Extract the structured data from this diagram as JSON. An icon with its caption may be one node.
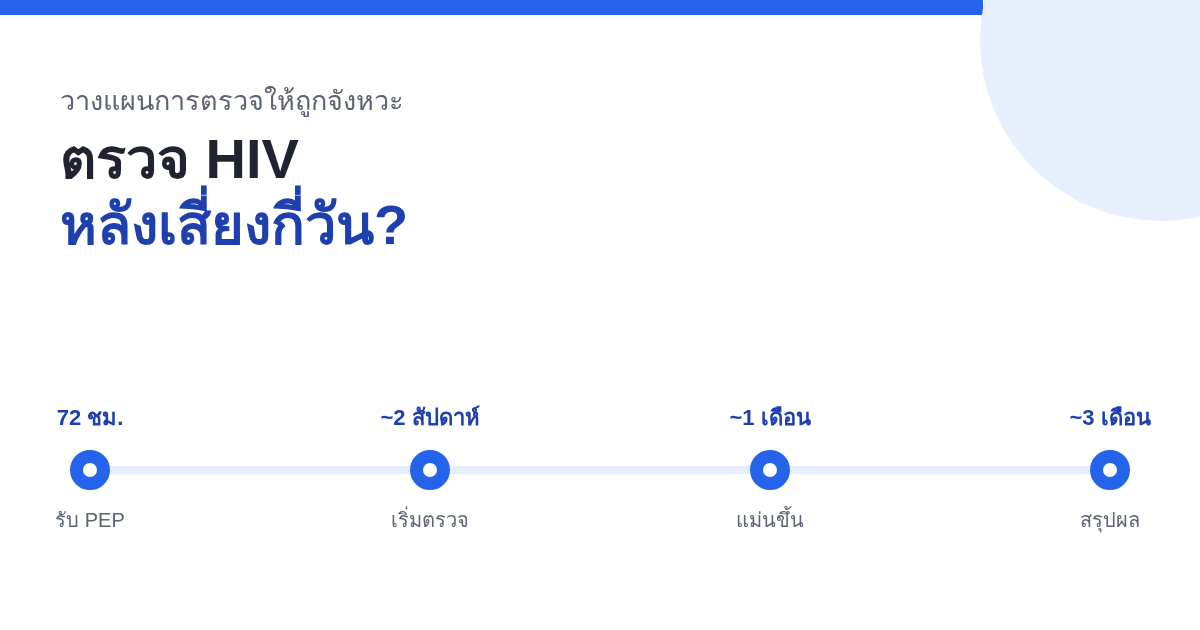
{
  "diagram": {
    "title": "ตรวจ HIV หลังเสี่ยงกี่วัน?",
    "nodes": [
      {
        "text": [],
        "shape": "circle",
        "beside": [
          "72 ชม.",
          "รับ PEP"
        ]
      },
      {
        "text": [],
        "shape": "circle",
        "beside": [
          "~2 สัปดาห์",
          "เริ่มตรวจ"
        ]
      },
      {
        "text": [],
        "shape": "circle",
        "beside": [
          "~1 เดือน",
          "แม่นขึ้น"
        ]
      },
      {
        "text": [],
        "shape": "circle",
        "beside": [
          "~3 เดือน",
          "สรุปผล"
        ]
      }
    ],
    "edges": [
      {
        "from": 0,
        "to": 1,
        "arrow": "none"
      },
      {
        "from": 1,
        "to": 2,
        "arrow": "none"
      },
      {
        "from": 2,
        "to": 3,
        "arrow": "none"
      }
    ],
    "labels": [
      "วางแผนการตรวจให้ถูกจังหวะ"
    ]
  }
}
